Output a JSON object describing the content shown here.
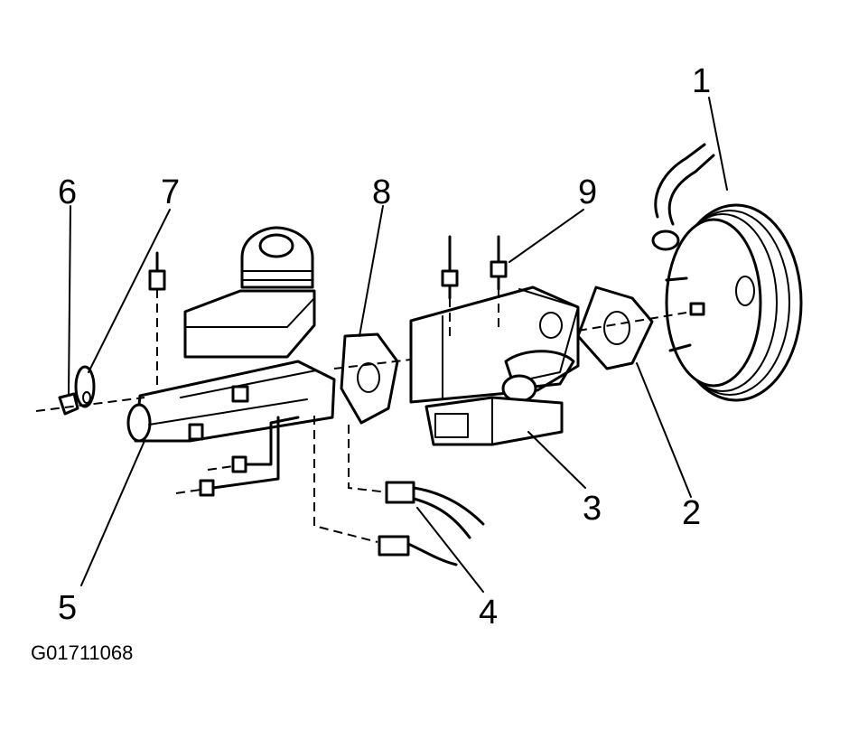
{
  "figure": {
    "code": "G01711068"
  },
  "callouts": [
    {
      "id": "1",
      "label": "1"
    },
    {
      "id": "2",
      "label": "2"
    },
    {
      "id": "3",
      "label": "3"
    },
    {
      "id": "4",
      "label": "4"
    },
    {
      "id": "5",
      "label": "5"
    },
    {
      "id": "6",
      "label": "6"
    },
    {
      "id": "7",
      "label": "7"
    },
    {
      "id": "8",
      "label": "8"
    },
    {
      "id": "9",
      "label": "9"
    }
  ],
  "colors": {
    "ink": "#000000",
    "background": "#ffffff"
  }
}
